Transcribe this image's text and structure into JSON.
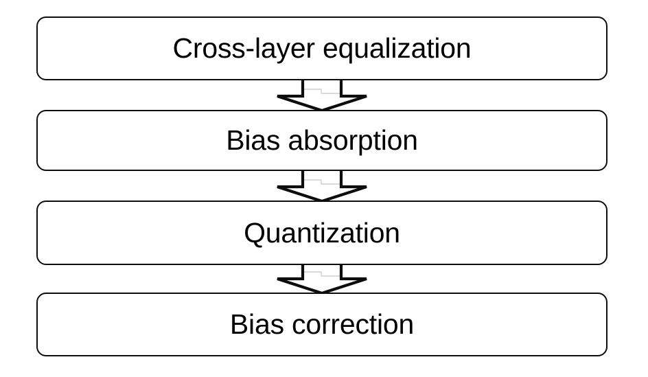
{
  "diagram": {
    "title": "Quantization pipeline flow diagram",
    "type": "vertical-flowchart",
    "orientation": "top-to-bottom",
    "background_color": "#ffffff",
    "box_border_color": "#0d0d0d",
    "box_fill_color": "#ffffff",
    "text_color": "#000000",
    "arrow_outline_color": "#0d0d0d",
    "arrow_shaft_top_color": "#cfcfcf",
    "steps": [
      {
        "id": "cross-layer-equalization",
        "order": 1,
        "label": "Cross-layer equalization"
      },
      {
        "id": "bias-absorption",
        "order": 2,
        "label": "Bias absorption"
      },
      {
        "id": "quantization",
        "order": 3,
        "label": "Quantization"
      },
      {
        "id": "bias-correction",
        "order": 4,
        "label": "Bias correction"
      }
    ],
    "connectors": [
      {
        "id": "connector-1",
        "icon": "down-block-arrow-icon",
        "from": "cross-layer-equalization",
        "to": "bias-absorption"
      },
      {
        "id": "connector-2",
        "icon": "down-block-arrow-icon",
        "from": "bias-absorption",
        "to": "quantization"
      },
      {
        "id": "connector-3",
        "icon": "down-block-arrow-icon",
        "from": "quantization",
        "to": "bias-correction"
      }
    ]
  }
}
